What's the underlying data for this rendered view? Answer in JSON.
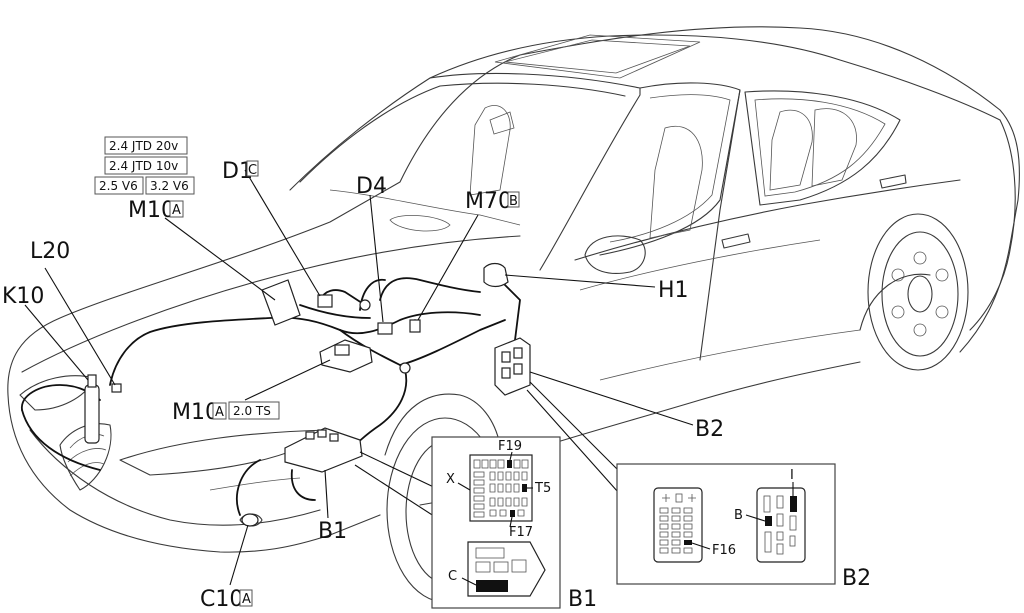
{
  "labels": {
    "d1": "D1",
    "d1_suffix": "C",
    "d4": "D4",
    "m70": "M70",
    "m70_suffix": "B",
    "m10_top": "M10",
    "m10_top_suffix": "A",
    "l20": "L20",
    "k10": "K10",
    "h1": "H1",
    "b2": "B2",
    "m10_bottom": "M10",
    "m10_bottom_suffix": "A",
    "b1": "B1",
    "c10": "C10",
    "c10_suffix": "A"
  },
  "engine_tags": {
    "row1": "2.4 JTD 20v",
    "row2": "2.4 JTD 10v",
    "row3a": "2.5 V6",
    "row3b": "3.2 V6",
    "m10_variant": "2.0 TS"
  },
  "inset_b1": {
    "title": "B1",
    "x": "X",
    "f19": "F19",
    "t5": "T5",
    "f17": "F17",
    "c": "C"
  },
  "inset_b2": {
    "title": "B2",
    "i": "I",
    "b": "B",
    "f16": "F16"
  }
}
